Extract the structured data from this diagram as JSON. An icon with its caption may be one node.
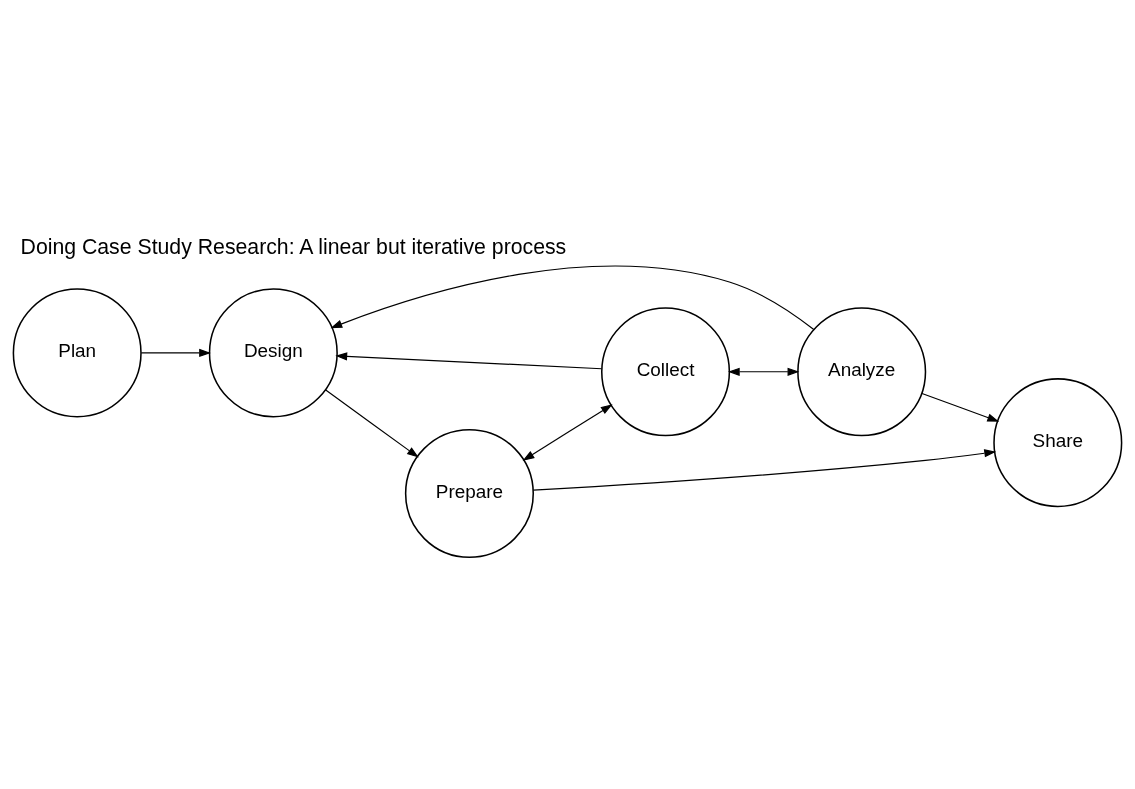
{
  "diagram": {
    "title": "Doing Case Study Research: A linear but iterative process",
    "nodes": [
      {
        "text": [
          "Plan"
        ]
      },
      {
        "text": [
          "Design"
        ]
      },
      {
        "text": [
          "Prepare"
        ]
      },
      {
        "text": [
          "Collect"
        ]
      },
      {
        "text": [
          "Share"
        ]
      },
      {
        "text": [
          "Analyze"
        ]
      }
    ],
    "edges": [
      {
        "from": 0,
        "to": 1,
        "arrow": "to"
      },
      {
        "from": 1,
        "to": 2,
        "arrow": "to"
      },
      {
        "from": 2,
        "to": 3,
        "arrow": "both"
      },
      {
        "from": 3,
        "to": 1,
        "arrow": "to"
      },
      {
        "from": 2,
        "to": 4,
        "arrow": "to"
      },
      {
        "from": 3,
        "to": 5,
        "arrow": "both"
      },
      {
        "from": 5,
        "to": 1,
        "arrow": "to"
      },
      {
        "from": 5,
        "to": 4,
        "arrow": "to"
      }
    ]
  }
}
